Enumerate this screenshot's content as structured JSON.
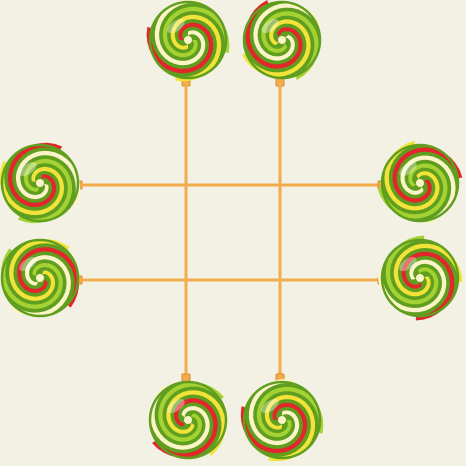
{
  "game": {
    "background": "#f3f1e4",
    "stick_color": "#f2ac4b",
    "stick_outline": "#d68e2e",
    "candy_colors": {
      "red": "#e3262b",
      "yellow": "#f1e33a",
      "lime": "#a5d233",
      "green": "#5f9e1f",
      "cream": "#fbf4c8"
    },
    "lollipops": [
      {
        "name": "lollipop-top-left",
        "icon": "swirl-lollipop-icon",
        "orientation": "top"
      },
      {
        "name": "lollipop-top-right",
        "icon": "swirl-lollipop-icon",
        "orientation": "top"
      },
      {
        "name": "lollipop-left-upper",
        "icon": "swirl-lollipop-icon",
        "orientation": "left"
      },
      {
        "name": "lollipop-right-upper",
        "icon": "swirl-lollipop-icon",
        "orientation": "right"
      },
      {
        "name": "lollipop-left-lower",
        "icon": "swirl-lollipop-icon",
        "orientation": "left"
      },
      {
        "name": "lollipop-right-lower",
        "icon": "swirl-lollipop-icon",
        "orientation": "right"
      },
      {
        "name": "lollipop-bottom-left",
        "icon": "swirl-lollipop-icon",
        "orientation": "bottom"
      },
      {
        "name": "lollipop-bottom-right",
        "icon": "swirl-lollipop-icon",
        "orientation": "bottom"
      }
    ]
  }
}
